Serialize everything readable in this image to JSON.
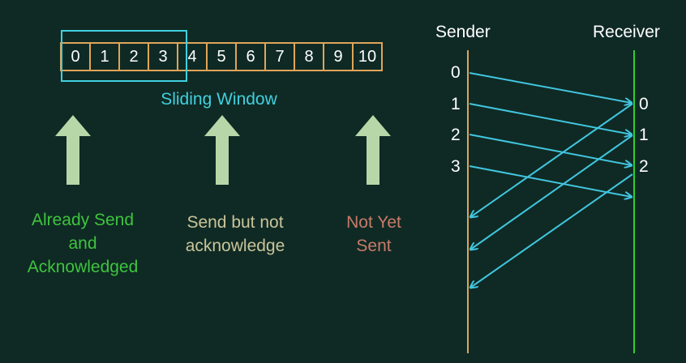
{
  "buffer": {
    "cells": [
      "0",
      "1",
      "2",
      "3",
      "4",
      "5",
      "6",
      "7",
      "8",
      "9",
      "10"
    ]
  },
  "window": {
    "label": "Sliding Window"
  },
  "captions": {
    "done": [
      "Already Send",
      "and",
      "Acknowledged"
    ],
    "pending": [
      "Send but not",
      "acknowledge"
    ],
    "not_sent": [
      "Not Yet",
      "Sent"
    ]
  },
  "timeline": {
    "sender_title": "Sender",
    "receiver_title": "Receiver",
    "sender_seq": [
      "0",
      "1",
      "2",
      "3"
    ],
    "receiver_seq": [
      "0",
      "1",
      "2"
    ]
  },
  "colors": {
    "background": "#0f2a24",
    "cell_border": "#e0a55a",
    "window": "#3fd0e0",
    "arrow_fill": "#b7d7a8",
    "sender_line": "#e0a55a",
    "receiver_line": "#2fd02f",
    "message": "#41c6e0"
  }
}
